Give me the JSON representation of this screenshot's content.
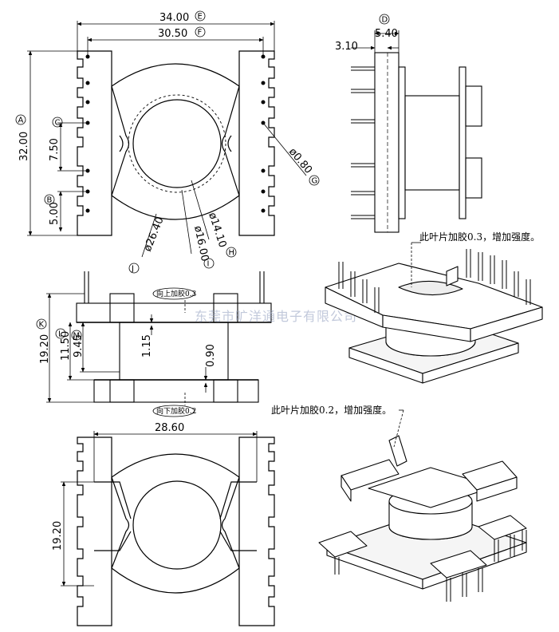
{
  "top_view": {
    "dim_e": "34.00",
    "dim_f": "30.50",
    "dim_height": "32.00",
    "dim_c": "7.50",
    "dim_b": "5.00",
    "dim_g": "ø0.80",
    "dim_h": "ø14.10",
    "dim_i": "ø16.00",
    "dim_j": "ø26.40",
    "labels": {
      "a": "A",
      "b": "B",
      "c": "C",
      "e": "E",
      "f": "F",
      "g": "G",
      "h": "H",
      "i": "I",
      "j": "J",
      "d": "D",
      "k": "K",
      "l": "L",
      "m": "M"
    }
  },
  "side_view": {
    "dim_d": "5.40",
    "dim_310": "3.10"
  },
  "front_view": {
    "dim_k": "19.20",
    "dim_l": "11.50",
    "dim_m": "9.45",
    "dim_115": "1.15",
    "dim_090": "0.90",
    "tag_up": "向上加胶0.3",
    "tag_down": "向下加胶0.2"
  },
  "bottom_view": {
    "dim_width": "28.60",
    "dim_height": "19.20"
  },
  "notes": {
    "upper": "此叶片加胶0.3，增加强度。",
    "lower": "此叶片加胶0.2，增加强度。"
  },
  "watermark": "东莞市旷洋通电子有限公司"
}
